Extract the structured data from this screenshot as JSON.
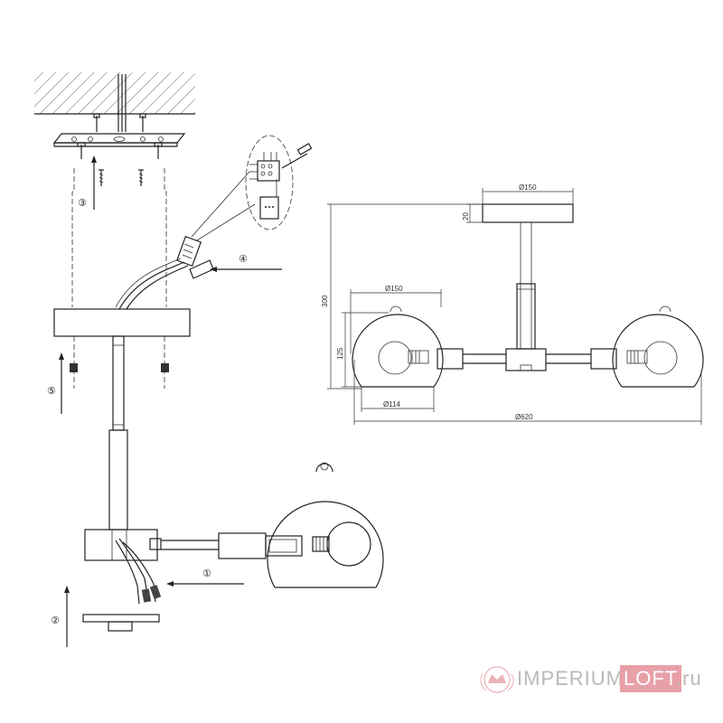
{
  "steps": {
    "s1": "①",
    "s2": "②",
    "s3": "③",
    "s4": "④",
    "s5": "⑤"
  },
  "dimensions": {
    "canopy_diameter": "Ø150",
    "canopy_height": "20",
    "total_height": "300",
    "shade_diameter": "Ø150",
    "shade_height": "125",
    "shade_opening": "Ø114",
    "total_width": "Ø620"
  },
  "watermark": {
    "part1": "IMPERIUM",
    "part2": "LOFT",
    "part3": ".ru",
    "color_main": "#b9b9b9",
    "color_accent": "#e8a0a8"
  }
}
